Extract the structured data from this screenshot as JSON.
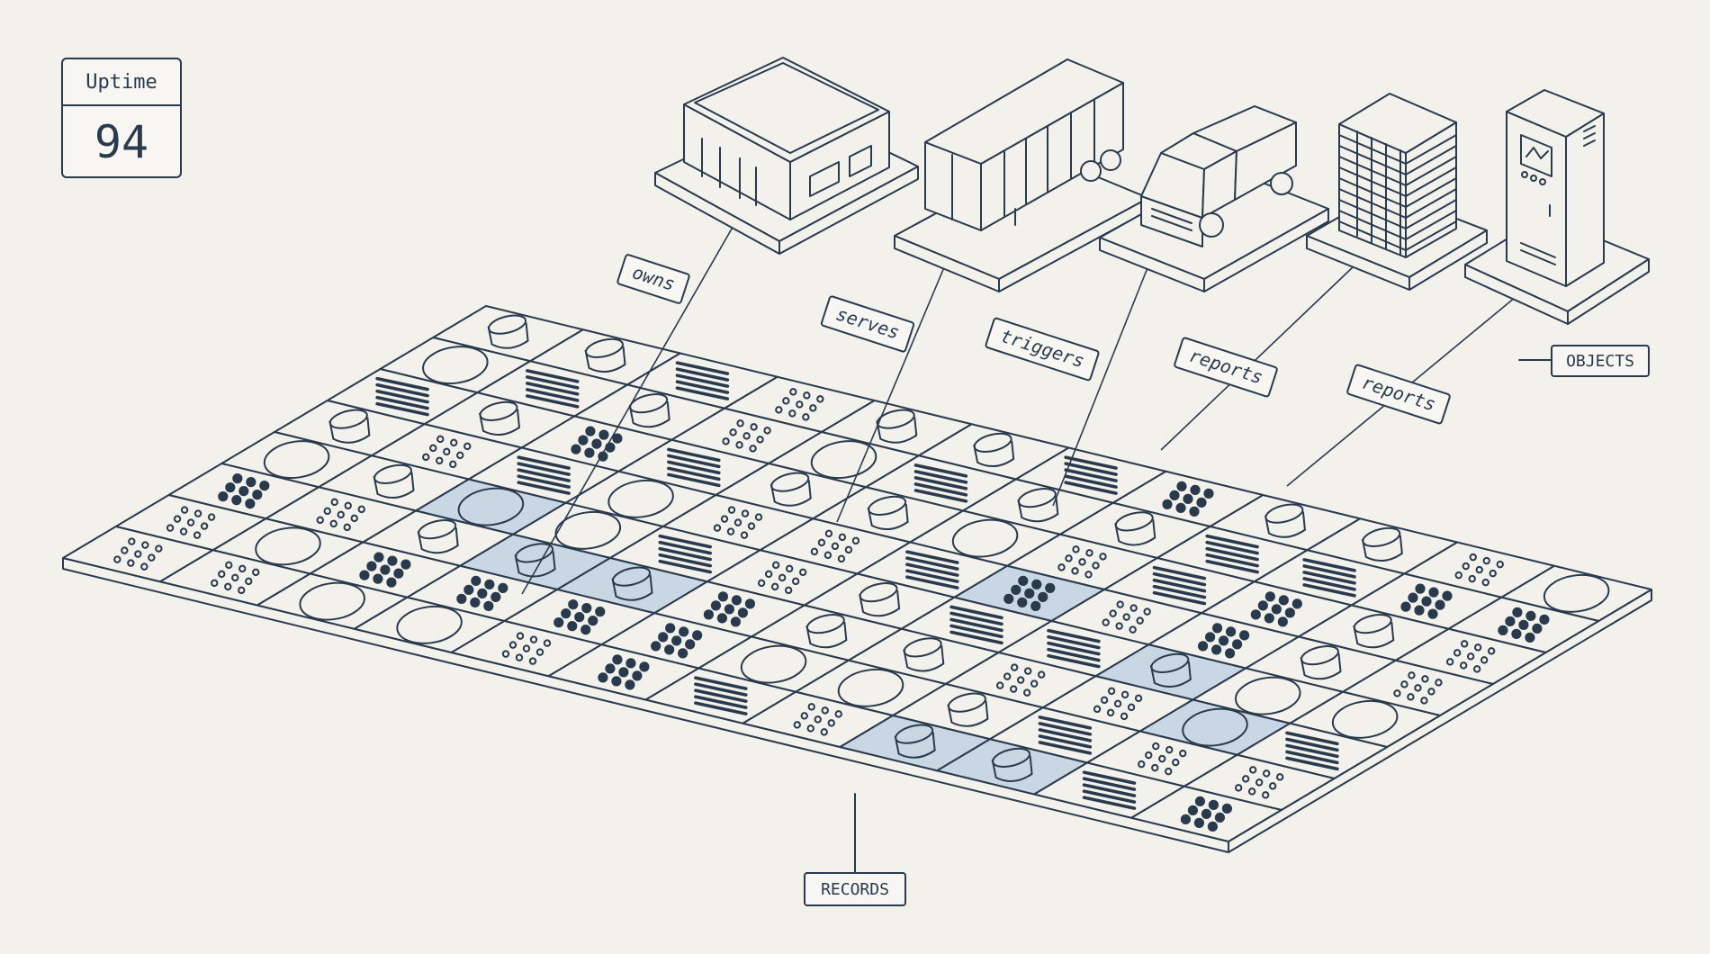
{
  "kpi": {
    "label": "Uptime",
    "value": "94"
  },
  "grid": {
    "rows": 8,
    "cols": 12
  },
  "objects": [
    {
      "name": "building-icon",
      "relation": "owns"
    },
    {
      "name": "trailer-icon",
      "relation": "serves"
    },
    {
      "name": "truck-icon",
      "relation": "triggers"
    },
    {
      "name": "pallet-stack-icon",
      "relation": "reports"
    },
    {
      "name": "server-cabinet-icon",
      "relation": "reports"
    }
  ],
  "labels": {
    "objects": "OBJECTS",
    "records": "RECORDS"
  },
  "colors": {
    "ink": "#2a3a4d",
    "highlight": "#c9d6e3",
    "paper": "#f3f1ec"
  }
}
